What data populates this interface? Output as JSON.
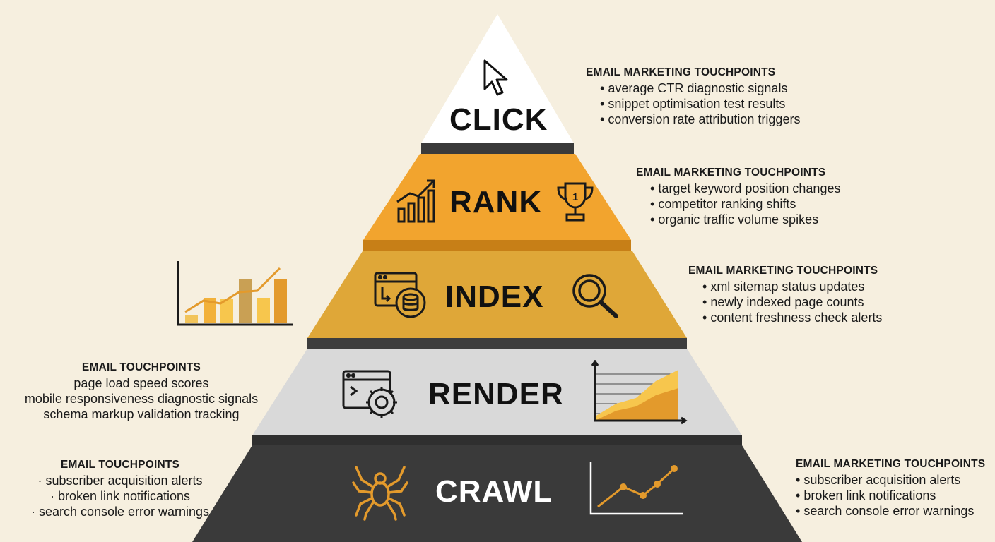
{
  "tiers": {
    "click": {
      "label": "CLICK",
      "fill": "#ffffff"
    },
    "rank": {
      "label": "RANK",
      "fill": "#f2a42e"
    },
    "index": {
      "label": "INDEX",
      "fill": "#dfa738"
    },
    "render": {
      "label": "RENDER",
      "fill": "#d9d9d9"
    },
    "crawl": {
      "label": "CRAWL",
      "fill": "#3a3a3a"
    }
  },
  "notes": {
    "click": {
      "heading": "EMAIL MARKETING TOUCHPOINTS",
      "items": [
        "average CTR diagnostic signals",
        "snippet optimisation test results",
        "conversion rate attribution triggers"
      ]
    },
    "rank": {
      "heading": "EMAIL MARKETING TOUCHPOINTS",
      "items": [
        "target keyword position changes",
        "competitor ranking shifts",
        "organic traffic volume spikes"
      ]
    },
    "index": {
      "heading": "EMAIL MARKETING TOUCHPOINTS",
      "items": [
        "xml sitemap status updates",
        "newly indexed page counts",
        "content freshness check alerts"
      ]
    },
    "render": {
      "heading": "EMAIL TOUCHPOINTS",
      "items": [
        "page load speed scores",
        "mobile responsiveness diagnostic signals",
        "schema markup validation tracking"
      ]
    },
    "crawl_left": {
      "heading": "EMAIL TOUCHPOINTS",
      "items": [
        "subscriber acquisition alerts",
        "broken link notifications",
        "search console error warnings"
      ]
    },
    "crawl_right": {
      "heading": "EMAIL MARKETING TOUCHPOINTS",
      "items": [
        "subscriber acquisition alerts",
        "broken link notifications",
        "search console error warnings"
      ]
    }
  },
  "icons": {
    "rank_left": "rising-bar-chart-icon",
    "rank_right": "trophy-icon",
    "click": "cursor-arrow-icon",
    "index_left": "browser-database-icon",
    "index_right": "magnifier-icon",
    "index_deco": "bar-chart-icon",
    "render_left": "browser-gear-icon",
    "render_right": "area-chart-icon",
    "crawl_left": "spider-icon",
    "crawl_right": "line-chart-icon"
  },
  "trophy_rank": "1",
  "colors": {
    "background": "#f6efdf",
    "accent": "#f2a42e",
    "dark": "#3a3a3a"
  }
}
